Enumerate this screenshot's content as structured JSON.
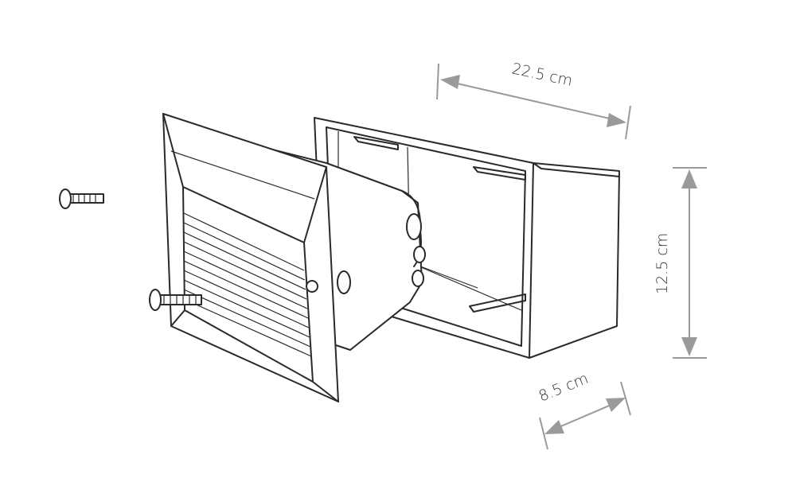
{
  "dimensions": {
    "width_label": "22.5 cm",
    "height_label": "12.5 cm",
    "depth_label": "8.5 cm"
  },
  "colors": {
    "line": "#2a2a2a",
    "dimension": "#9a9a9a"
  }
}
